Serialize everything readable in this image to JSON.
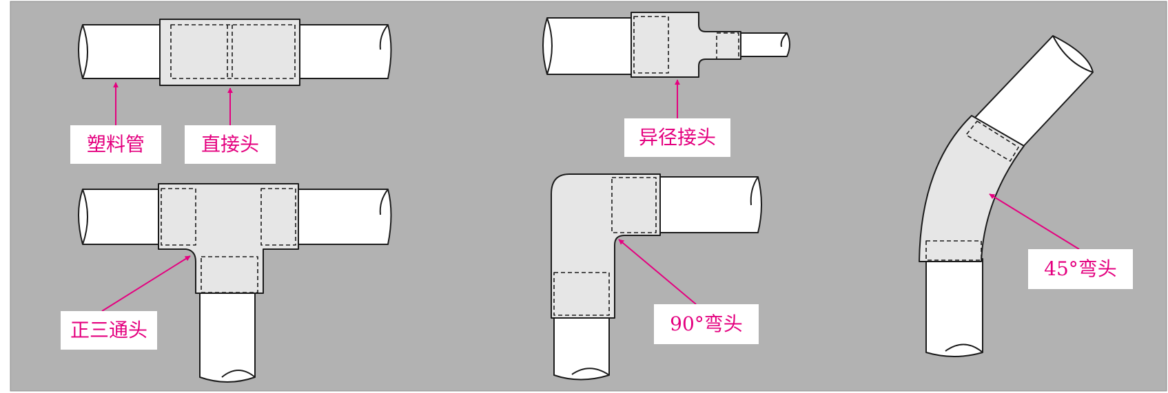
{
  "labels": {
    "plastic_pipe": "塑料管",
    "straight_joint": "直接头",
    "reducer_joint": "异径接头",
    "equal_tee": "正三通头",
    "elbow_90": "90°弯头",
    "elbow_45": "45°弯头"
  },
  "colors": {
    "background": "#b2b2b2",
    "pipe_fill": "#ffffff",
    "fitting_fill": "#e6e6e6",
    "outline": "#1a1a1a",
    "arrow": "#e4007f",
    "label_text": "#e4007f"
  }
}
